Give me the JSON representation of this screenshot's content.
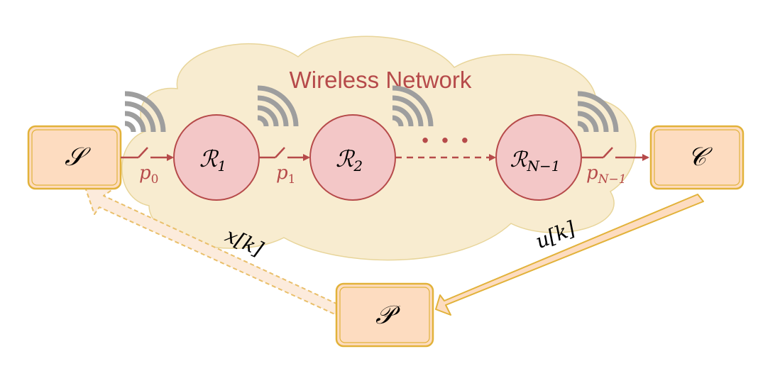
{
  "network": {
    "title": "Wireless Network"
  },
  "nodes": {
    "sensor": "𝒮",
    "controller": "𝒞",
    "plant": "𝒫",
    "relays": [
      {
        "symbol": "ℛ",
        "sub": "1"
      },
      {
        "symbol": "ℛ",
        "sub": "2"
      },
      {
        "symbol": "ℛ",
        "sub": "N−1"
      }
    ]
  },
  "links": {
    "p0": {
      "symbol": "p",
      "sub": "0"
    },
    "p1": {
      "symbol": "p",
      "sub": "1"
    },
    "pN1": {
      "symbol": "p",
      "sub": "N−1"
    },
    "ellipsis": "· · ·"
  },
  "signals": {
    "state": "x[k]",
    "input": "u[k]"
  },
  "colors": {
    "cloud_fill": "#f8ecd0",
    "box_fill": "#fddcc0",
    "box_stroke": "#e2b23a",
    "relay_fill": "#f3c7c7",
    "relay_stroke": "#b64a4a",
    "link": "#b64a4a",
    "title": "#b64a4a",
    "wifi": "#9e9e9e"
  },
  "icons": [
    "wifi-icon",
    "switch-icon",
    "arrow-icon"
  ]
}
